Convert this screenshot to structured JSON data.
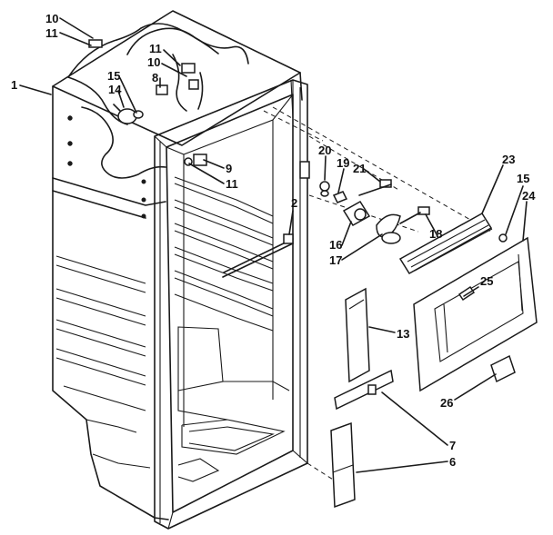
{
  "callouts": [
    {
      "id": "c10a",
      "text": "10"
    },
    {
      "id": "c11a",
      "text": "11"
    },
    {
      "id": "c11b",
      "text": "11"
    },
    {
      "id": "c10b",
      "text": "10"
    },
    {
      "id": "c8",
      "text": "8"
    },
    {
      "id": "c15a",
      "text": "15"
    },
    {
      "id": "c14",
      "text": "14"
    },
    {
      "id": "c1",
      "text": "1"
    },
    {
      "id": "c9",
      "text": "9"
    },
    {
      "id": "c11c",
      "text": "11"
    },
    {
      "id": "c20",
      "text": "20"
    },
    {
      "id": "c19",
      "text": "19"
    },
    {
      "id": "c21",
      "text": "21"
    },
    {
      "id": "c2",
      "text": "2"
    },
    {
      "id": "c23",
      "text": "23"
    },
    {
      "id": "c15b",
      "text": "15"
    },
    {
      "id": "c24",
      "text": "24"
    },
    {
      "id": "c18",
      "text": "18"
    },
    {
      "id": "c16",
      "text": "16"
    },
    {
      "id": "c17",
      "text": "17"
    },
    {
      "id": "c25",
      "text": "25"
    },
    {
      "id": "c13",
      "text": "13"
    },
    {
      "id": "c26",
      "text": "26"
    },
    {
      "id": "c7",
      "text": "7"
    },
    {
      "id": "c6",
      "text": "6"
    }
  ]
}
